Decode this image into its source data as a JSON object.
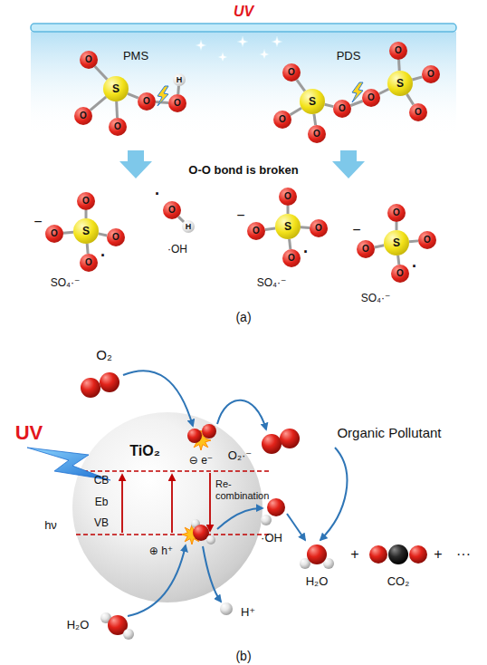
{
  "diagram": {
    "nodes": [
      {
        "text": [
          "S"
        ]
      },
      {
        "text": [
          "O"
        ]
      },
      {
        "text": [
          "O"
        ]
      },
      {
        "text": [
          "O"
        ]
      },
      {
        "text": [
          "O"
        ]
      },
      {
        "text": [
          "O"
        ]
      },
      {
        "text": [
          "H"
        ]
      },
      {
        "text": [
          "S"
        ]
      },
      {
        "text": [
          "O"
        ]
      },
      {
        "text": [
          "O"
        ]
      },
      {
        "text": [
          "O"
        ]
      },
      {
        "text": [
          "O"
        ]
      },
      {
        "text": [
          "O"
        ]
      },
      {
        "text": [
          "S"
        ]
      },
      {
        "text": [
          "O"
        ]
      },
      {
        "text": [
          "O"
        ]
      },
      {
        "text": [
          "O"
        ]
      },
      {
        "text": [
          "S"
        ]
      },
      {
        "text": [
          "O"
        ]
      },
      {
        "text": [
          "O"
        ]
      },
      {
        "text": [
          "O"
        ]
      },
      {
        "text": [
          "O"
        ]
      },
      {
        "text": [
          "O"
        ]
      },
      {
        "text": [
          "H"
        ]
      },
      {
        "text": [
          "S"
        ]
      },
      {
        "text": [
          "O"
        ]
      },
      {
        "text": [
          "O"
        ]
      },
      {
        "text": [
          "O"
        ]
      },
      {
        "text": [
          "O"
        ]
      },
      {
        "text": [
          "S"
        ]
      },
      {
        "text": [
          "O"
        ]
      },
      {
        "text": [
          "O"
        ]
      },
      {
        "text": [
          "O"
        ]
      },
      {
        "text": [
          "O"
        ]
      },
      {
        "text": [
          "TiO₂",
          "⊖ e⁻",
          "CB",
          "Eb",
          "Re-combination",
          "VB",
          "⊕ h⁺"
        ]
      }
    ],
    "edges": [
      {
        "from": 0,
        "to": 1,
        "arrow": "none"
      },
      {
        "from": 0,
        "to": 2,
        "arrow": "none"
      },
      {
        "from": 0,
        "to": 3,
        "arrow": "none"
      },
      {
        "from": 0,
        "to": 4,
        "arrow": "none"
      },
      {
        "from": 4,
        "to": 5,
        "arrow": "none"
      },
      {
        "from": 5,
        "to": 6,
        "arrow": "none"
      },
      {
        "from": 7,
        "to": 8,
        "arrow": "none"
      },
      {
        "from": 7,
        "to": 9,
        "arrow": "none"
      },
      {
        "from": 7,
        "to": 10,
        "arrow": "none"
      },
      {
        "from": 7,
        "to": 11,
        "arrow": "none"
      },
      {
        "from": 11,
        "to": 12,
        "arrow": "none"
      },
      {
        "from": 12,
        "to": 13,
        "arrow": "none"
      },
      {
        "from": 13,
        "to": 14,
        "arrow": "none"
      },
      {
        "from": 13,
        "to": 15,
        "arrow": "none"
      },
      {
        "from": 13,
        "to": 16,
        "arrow": "none"
      },
      {
        "from": 17,
        "to": 18,
        "arrow": "none"
      },
      {
        "from": 17,
        "to": 19,
        "arrow": "none"
      },
      {
        "from": 17,
        "to": 20,
        "arrow": "none"
      },
      {
        "from": 17,
        "to": 21,
        "arrow": "none"
      },
      {
        "from": 22,
        "to": 23,
        "arrow": "none"
      },
      {
        "from": 24,
        "to": 25,
        "arrow": "none"
      },
      {
        "from": 24,
        "to": 26,
        "arrow": "none"
      },
      {
        "from": 24,
        "to": 27,
        "arrow": "none"
      },
      {
        "from": 24,
        "to": 28,
        "arrow": "none"
      },
      {
        "from": 29,
        "to": 30,
        "arrow": "none"
      },
      {
        "from": 29,
        "to": 31,
        "arrow": "none"
      },
      {
        "from": 29,
        "to": 32,
        "arrow": "none"
      },
      {
        "from": 29,
        "to": 33,
        "arrow": "none"
      }
    ],
    "labels": [
      "UV",
      "PMS",
      "PDS",
      "O-O bond is broken",
      "−",
      "·",
      "SO₄·⁻",
      "·",
      "·OH",
      "−",
      "·",
      "SO₄·⁻",
      "−",
      "·",
      "SO₄·⁻",
      "(a)",
      "O₂",
      "UV",
      "hν",
      "O₂·⁻",
      "·OH",
      "Organic Pollutant",
      "H⁺",
      "H₂O",
      "H₂O",
      "+",
      "CO₂",
      "+",
      "···",
      "(b)"
    ]
  }
}
